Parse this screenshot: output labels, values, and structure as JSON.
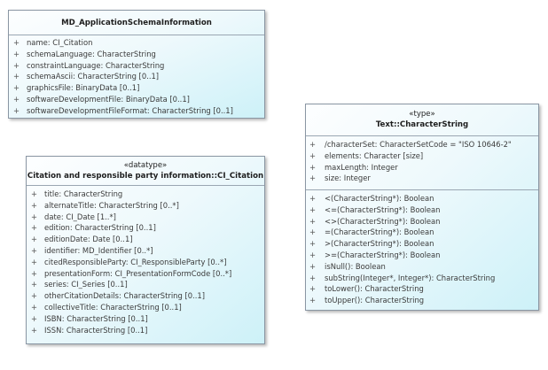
{
  "classes": {
    "app_schema": {
      "name": "MD_ApplicationSchemaInformation",
      "attributes": [
        {
          "vis": "+",
          "text": "name: CI_Citation"
        },
        {
          "vis": "+",
          "text": "schemaLanguage: CharacterString"
        },
        {
          "vis": "+",
          "text": "constraintLanguage: CharacterString"
        },
        {
          "vis": "+",
          "text": "schemaAscii: CharacterString [0..1]"
        },
        {
          "vis": "+",
          "text": "graphicsFile: BinaryData [0..1]"
        },
        {
          "vis": "+",
          "text": "softwareDevelopmentFile: BinaryData [0..1]"
        },
        {
          "vis": "+",
          "text": "softwareDevelopmentFileFormat: CharacterString [0..1]"
        }
      ]
    },
    "citation": {
      "stereotype": "«datatype»",
      "name": "Citation and responsible party information::CI_Citation",
      "attributes": [
        {
          "vis": "+",
          "text": "title: CharacterString"
        },
        {
          "vis": "+",
          "text": "alternateTitle: CharacterString [0..*]"
        },
        {
          "vis": "+",
          "text": "date: CI_Date [1..*]"
        },
        {
          "vis": "+",
          "text": "edition: CharacterString [0..1]"
        },
        {
          "vis": "+",
          "text": "editionDate: Date [0..1]"
        },
        {
          "vis": "+",
          "text": "identifier: MD_Identifier [0..*]"
        },
        {
          "vis": "+",
          "text": "citedResponsibleParty: CI_ResponsibleParty [0..*]"
        },
        {
          "vis": "+",
          "text": "presentationForm: CI_PresentationFormCode [0..*]"
        },
        {
          "vis": "+",
          "text": "series: CI_Series [0..1]"
        },
        {
          "vis": "+",
          "text": "otherCitationDetails: CharacterString [0..1]"
        },
        {
          "vis": "+",
          "text": "collectiveTitle: CharacterString [0..1]"
        },
        {
          "vis": "+",
          "text": "ISBN: CharacterString [0..1]"
        },
        {
          "vis": "+",
          "text": "ISSN: CharacterString [0..1]"
        }
      ]
    },
    "character_string": {
      "stereotype": "«type»",
      "name": "Text::CharacterString",
      "attributes": [
        {
          "vis": "+",
          "text": "/characterSet: CharacterSetCode = \"ISO 10646-2\""
        },
        {
          "vis": "+",
          "text": "elements: Character [size]"
        },
        {
          "vis": "+",
          "text": "maxLength: Integer"
        },
        {
          "vis": "+",
          "text": "size: Integer"
        }
      ],
      "operations": [
        {
          "vis": "+",
          "text": "<(CharacterString*): Boolean"
        },
        {
          "vis": "+",
          "text": "<=(CharacterString*): Boolean"
        },
        {
          "vis": "+",
          "text": "<>(CharacterString*): Boolean"
        },
        {
          "vis": "+",
          "text": "=(CharacterString*): Boolean"
        },
        {
          "vis": "+",
          "text": ">(CharacterString*): Boolean"
        },
        {
          "vis": "+",
          "text": ">=(CharacterString*): Boolean"
        },
        {
          "vis": "+",
          "text": "isNull(): Boolean"
        },
        {
          "vis": "+",
          "text": "subString(Integer*, Integer*): CharacterString"
        },
        {
          "vis": "+",
          "text": "toLower(): CharacterString"
        },
        {
          "vis": "+",
          "text": "toUpper(): CharacterString"
        }
      ]
    }
  }
}
